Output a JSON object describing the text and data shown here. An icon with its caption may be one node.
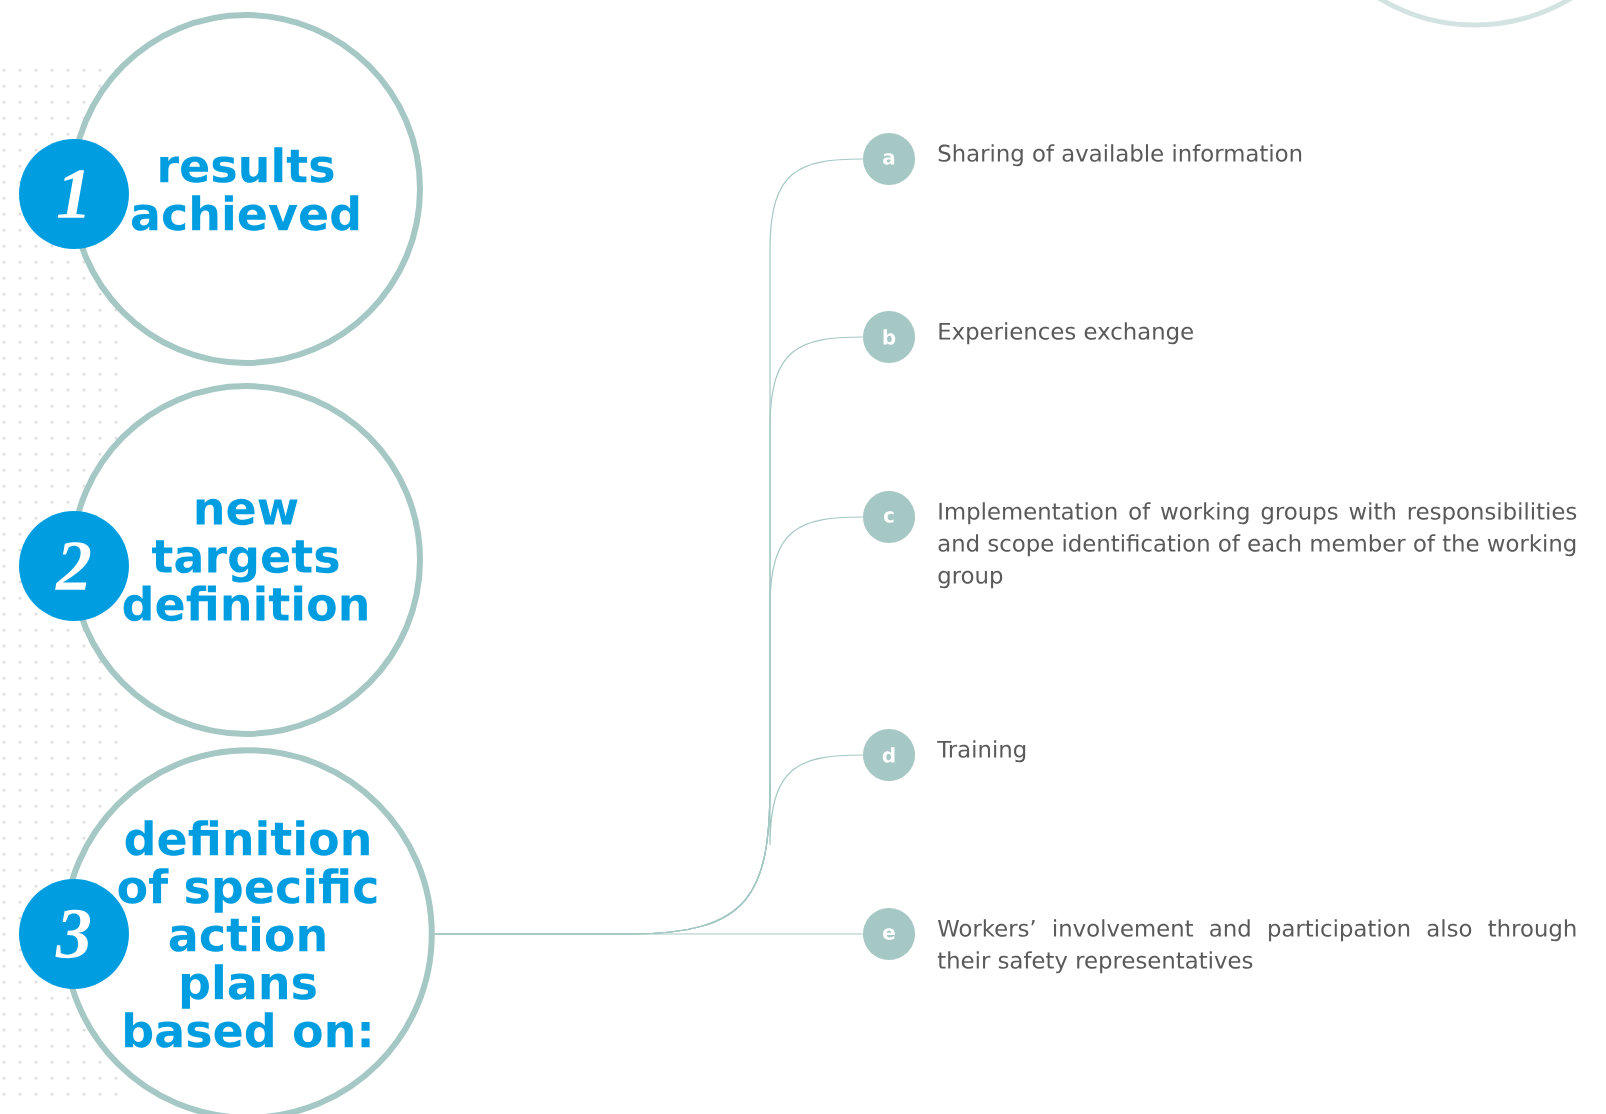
{
  "diagram": {
    "nodes": [
      {
        "text": [
          "results achieved"
        ]
      },
      {
        "text": [
          "1"
        ]
      },
      {
        "text": [
          "new targets definition"
        ]
      },
      {
        "text": [
          "2"
        ]
      },
      {
        "text": [
          "definition of specific action plans based on:"
        ]
      },
      {
        "text": [
          "3"
        ]
      },
      {
        "text": [
          "a"
        ],
        "beside": [
          "Sharing of available information"
        ]
      },
      {
        "text": [
          "b"
        ],
        "beside": [
          "Experiences exchange"
        ]
      },
      {
        "text": [
          "c"
        ],
        "beside": [
          "Implementation of working groups with responsibilities and scope identification of each member of the working group"
        ]
      },
      {
        "text": [
          "d"
        ],
        "beside": [
          "Training"
        ]
      },
      {
        "text": [
          "e"
        ],
        "beside": [
          "Workers’ involvement and participation also through their safety representatives"
        ]
      }
    ],
    "edges": [
      {
        "from": 4,
        "to": 6,
        "arrow": "none"
      },
      {
        "from": 4,
        "to": 7,
        "arrow": "none"
      },
      {
        "from": 4,
        "to": 8,
        "arrow": "none"
      },
      {
        "from": 4,
        "to": 9,
        "arrow": "none"
      },
      {
        "from": 4,
        "to": 10,
        "arrow": "none"
      }
    ]
  }
}
